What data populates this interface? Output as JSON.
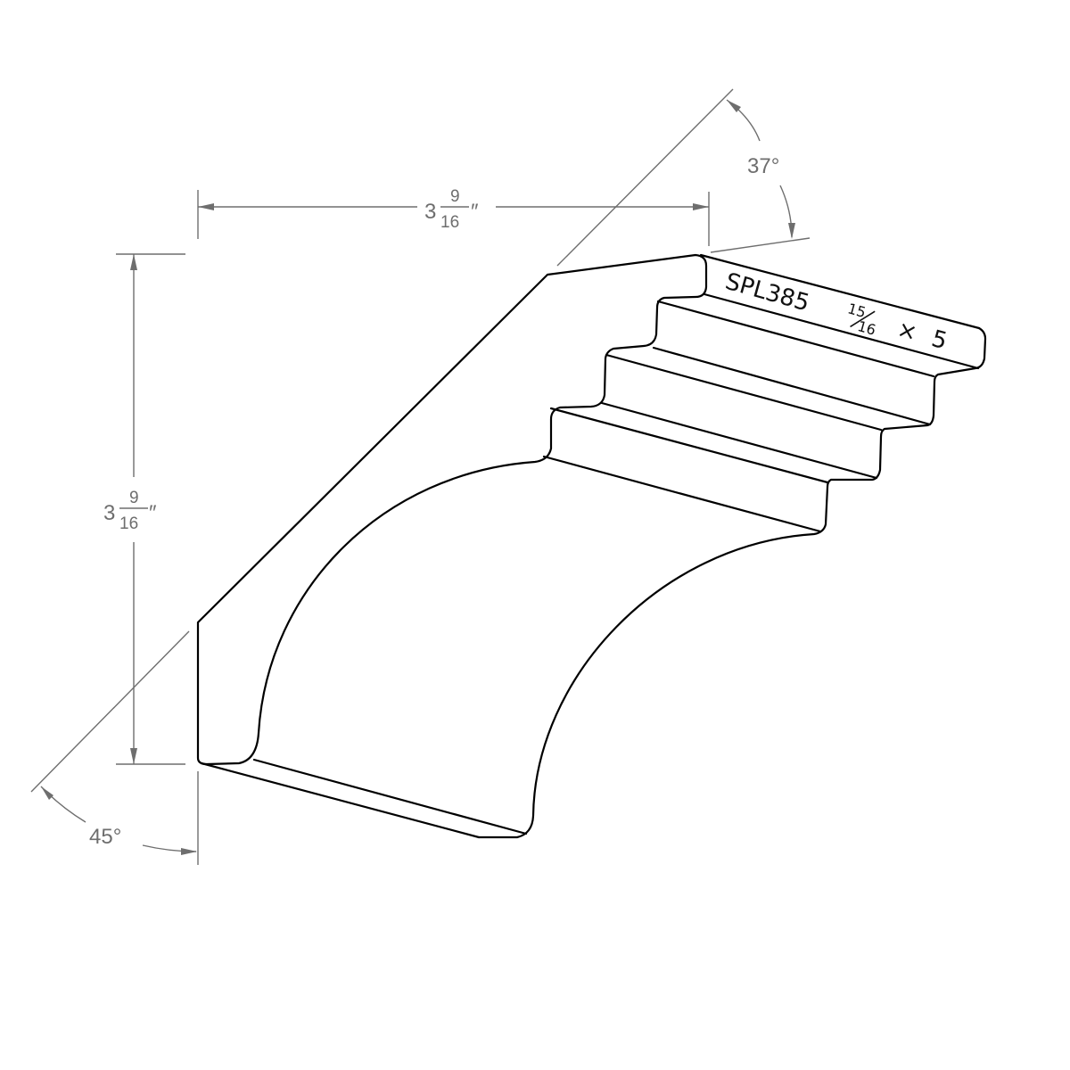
{
  "drawing": {
    "title": "Crown molding profile",
    "part_label": {
      "code": "SPL385",
      "thickness_numerator": "15",
      "thickness_denominator": "16",
      "times": "×",
      "width": "5"
    },
    "width_dimension": {
      "whole": "3",
      "numerator": "9",
      "denominator": "16",
      "unit": "″"
    },
    "height_dimension": {
      "whole": "3",
      "numerator": "9",
      "denominator": "16",
      "unit": "″"
    },
    "top_angle": "37°",
    "bottom_angle": "45°",
    "colors": {
      "profile": "#000000",
      "dimension": "#6e6e6e"
    }
  }
}
